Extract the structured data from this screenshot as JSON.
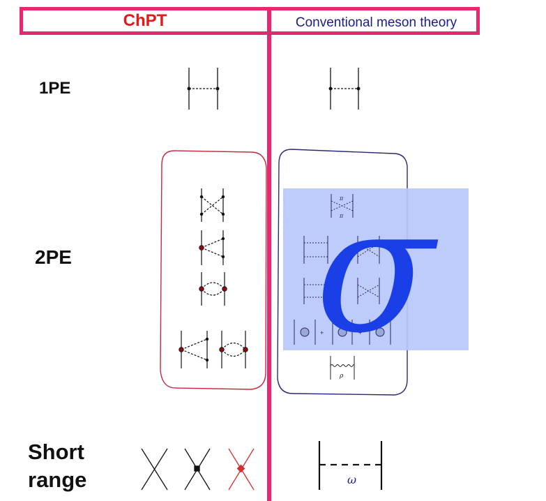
{
  "header": {
    "left_title": "ChPT",
    "right_title": "Conventional meson theory"
  },
  "rows": {
    "one_pe": "1PE",
    "two_pe": "2PE",
    "short_range": [
      "Short",
      "range"
    ]
  },
  "diagram_labels": {
    "pi": "π",
    "rho": "ρ",
    "omega": "ω",
    "plus": "+",
    "sigma": "σ"
  },
  "colors": {
    "frame": "#e8286e",
    "chpt_title": "#e11b1b",
    "conv_title": "#1c1c8a",
    "chpt_box": "#c8283c",
    "conv_box": "#2a2a7a",
    "sigma_overlay": "#b7c8fb",
    "sigma_glyph": "#1b3fe6"
  }
}
